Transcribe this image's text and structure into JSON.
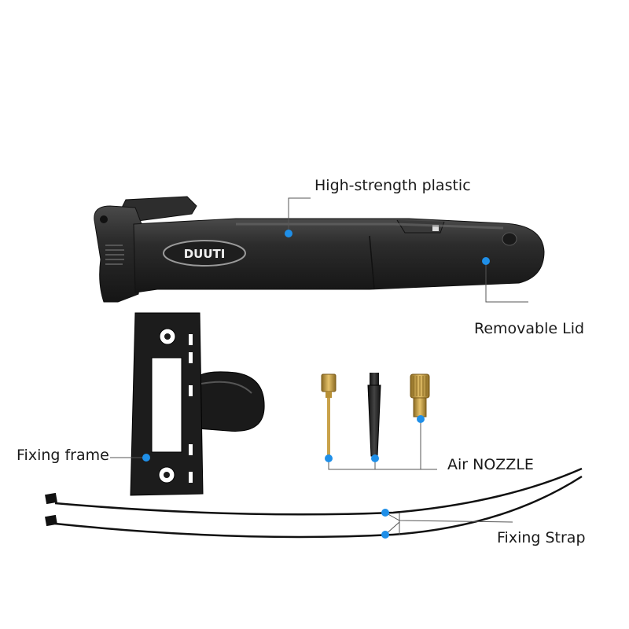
{
  "brand": "DUUTI",
  "labels": {
    "plastic": "High-strength plastic",
    "lid": "Removable Lid",
    "frame": "Fixing frame",
    "nozzle": "Air NOZZLE",
    "strap": "Fixing Strap"
  },
  "colors": {
    "marker": "#1f8fe8",
    "pump_body": "#2a2a2a",
    "brass": "#c9a24a",
    "leader": "#555555"
  }
}
